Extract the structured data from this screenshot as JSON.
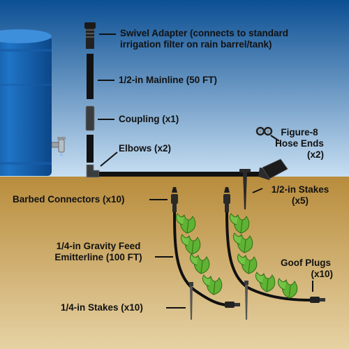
{
  "labels": {
    "swivel_adapter": "Swivel Adapter (connects to standard",
    "swivel_adapter_line2": "irrigation filter on rain barrel/tank)",
    "mainline": "1/2-in Mainline (50 FT)",
    "coupling": "Coupling (x1)",
    "elbows": "Elbows (x2)",
    "figure8_line1": "Figure-8",
    "figure8_line2": "Hose Ends",
    "figure8_line3": "(x2)",
    "barbed_connectors": "Barbed Connectors (x10)",
    "half_in_stakes_line1": "1/2-in Stakes",
    "half_in_stakes_line2": "(x5)",
    "emitterline_line1": "1/4-in Gravity Feed",
    "emitterline_line2": "Emitterline (100 FT)",
    "goof_plugs_line1": "Goof Plugs",
    "goof_plugs_line2": "(x10)",
    "quarter_in_stakes": "1/4-in Stakes (x10)"
  },
  "colors": {
    "sky_top": "#0b4f93",
    "sky_bottom": "#c9e0f3",
    "soil_top": "#b88c3c",
    "soil_bottom": "#e6d2a4",
    "barrel": "#1f74c6",
    "tubing": "#111111",
    "leaf": "#5fb233"
  }
}
